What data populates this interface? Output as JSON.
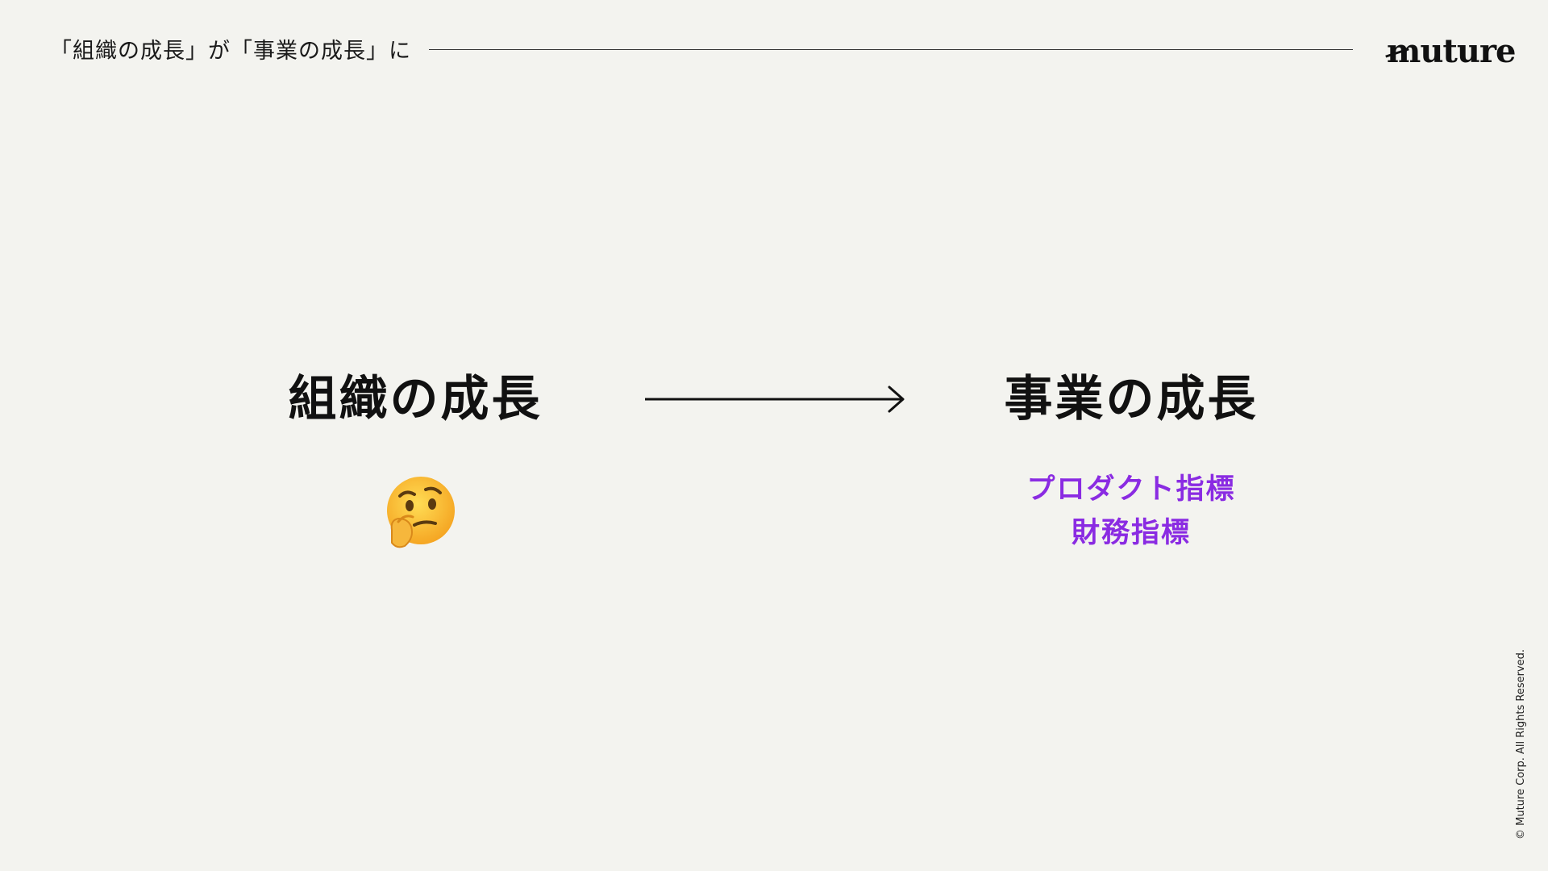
{
  "header": {
    "title": "「組織の成長」が「事業の成長」に",
    "logo": "muture"
  },
  "main": {
    "left_heading": "組織の成長",
    "right_heading": "事業の成長",
    "metrics": [
      "プロダクト指標",
      "財務指標"
    ]
  },
  "footer": {
    "copyright": "© Muture Corp. All Rights Reserved."
  },
  "icons": {
    "arrow": "arrow-right-icon",
    "thinking": "thinking-face-icon"
  },
  "colors": {
    "background": "#f3f3ef",
    "text": "#111111",
    "accent": "#8a2be2"
  }
}
